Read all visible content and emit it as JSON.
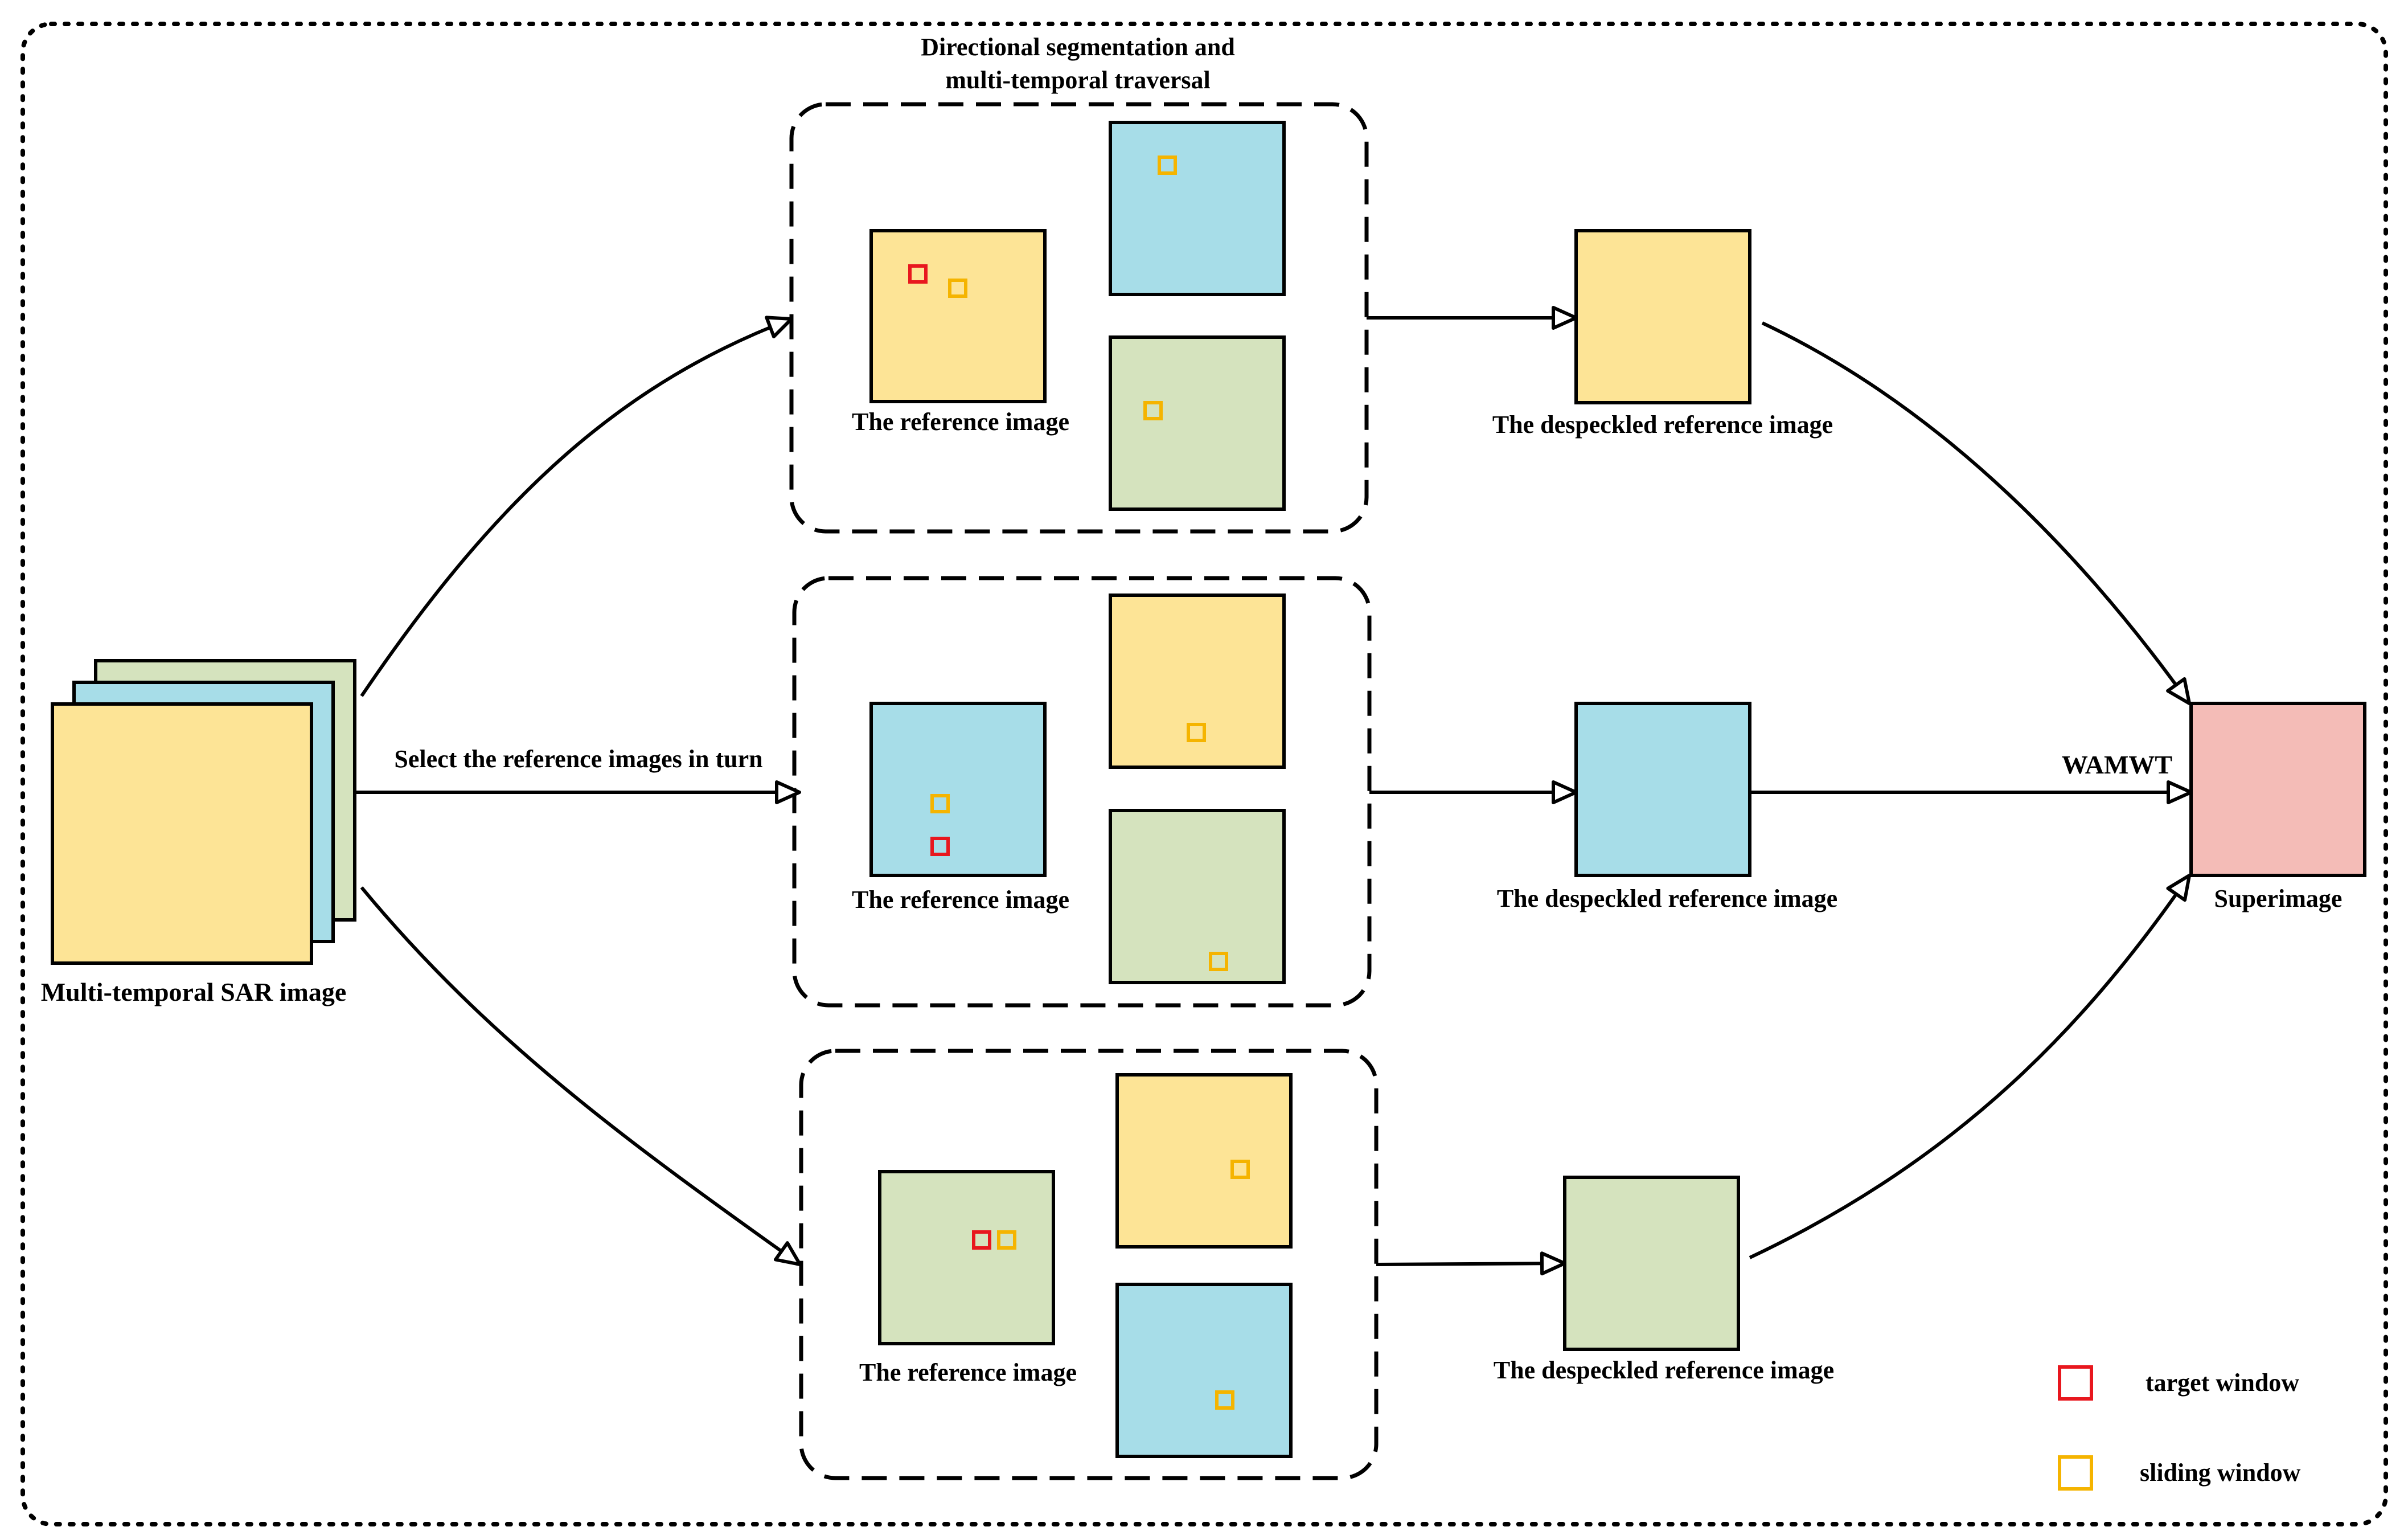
{
  "colors": {
    "yellow": "#FDE496",
    "blue": "#A7DDE8",
    "green": "#D5E3BE",
    "pink": "#F4BCB7",
    "target_window": "#E8171E",
    "sliding_window": "#F5B400"
  },
  "labels": {
    "input": "Multi-temporal SAR image",
    "select": "Select the reference images in turn",
    "segmentation_line1": "Directional segmentation and",
    "segmentation_line2": "multi-temporal traversal",
    "reference": "The reference image",
    "despeckled": "The despeckled reference image",
    "fusion": "WAMWT",
    "output": "Superimage"
  },
  "legend": {
    "target": "target window",
    "sliding": "sliding window"
  },
  "branches": [
    {
      "reference_color": "yellow",
      "top_color": "blue",
      "bottom_color": "green",
      "output_color": "yellow"
    },
    {
      "reference_color": "blue",
      "top_color": "yellow",
      "bottom_color": "green",
      "output_color": "blue"
    },
    {
      "reference_color": "green",
      "top_color": "yellow",
      "bottom_color": "blue",
      "output_color": "green"
    }
  ]
}
